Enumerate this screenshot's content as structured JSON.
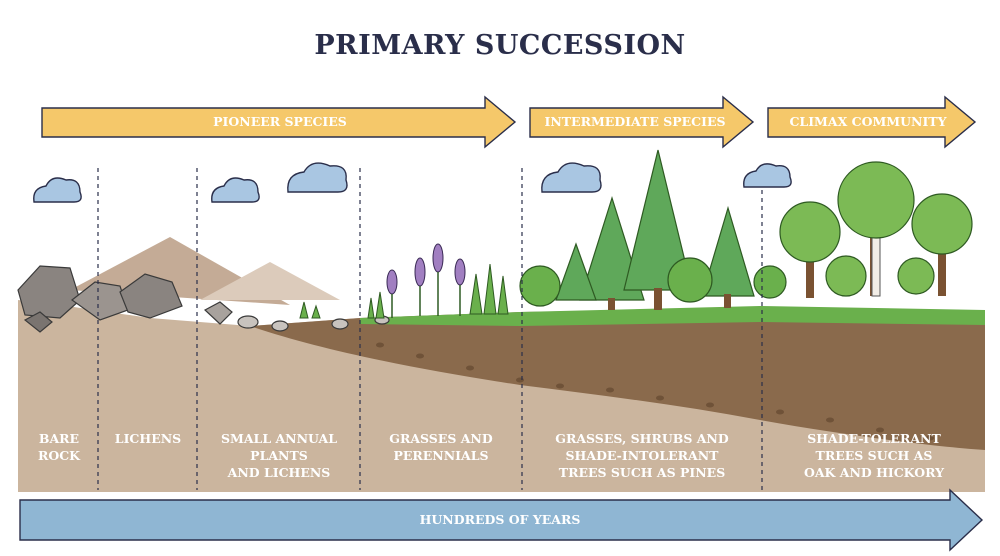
{
  "title": "PRIMARY SUCCESSION",
  "phases": {
    "pioneer": "PIONEER SPECIES",
    "intermediate": "INTERMEDIATE SPECIES",
    "climax": "CLIMAX COMMUNITY"
  },
  "stages": [
    {
      "lines": [
        "BARE",
        "ROCK"
      ]
    },
    {
      "lines": [
        "LICHENS"
      ]
    },
    {
      "lines": [
        "SMALL ANNUAL",
        "PLANTS",
        "AND LICHENS"
      ]
    },
    {
      "lines": [
        "GRASSES AND",
        "PERENNIALS"
      ]
    },
    {
      "lines": [
        "GRASSES, SHRUBS AND",
        "SHADE-INTOLERANT",
        "TREES SUCH AS PINES"
      ]
    },
    {
      "lines": [
        "SHADE-TOLERANT",
        "TREES SUCH AS",
        "OAK AND HICKORY"
      ]
    }
  ],
  "timeline": "HUNDREDS OF YEARS",
  "colors": {
    "title": "#2a2e4a",
    "phase_arrow": "#f5c86a",
    "time_arrow": "#8fb6d3",
    "ground": "#cbb59e",
    "soil": "#8a6a4c",
    "grass": "#6ab04c",
    "pine": "#5fa85a",
    "cloud": "#a9c6e2",
    "mountain": "#c4ab96",
    "rock": "#8a8480"
  }
}
